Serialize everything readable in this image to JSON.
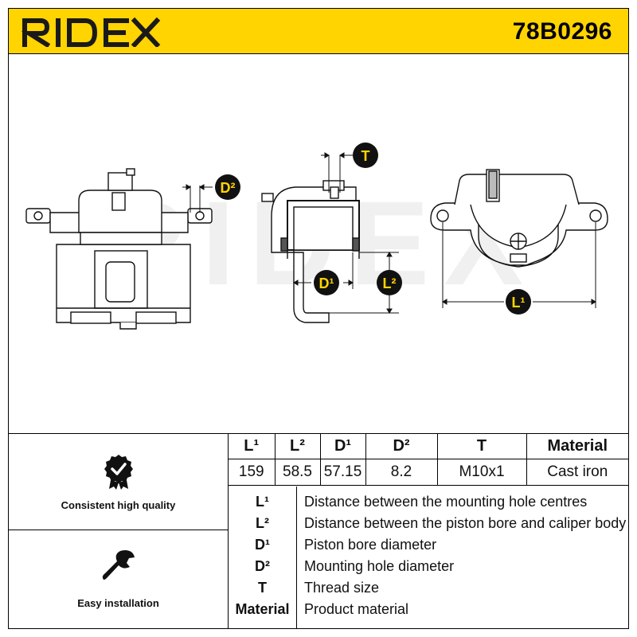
{
  "header": {
    "brand": "RIDEX",
    "part_number": "78B0296",
    "background_color": "#ffd400"
  },
  "drawing": {
    "watermark": "RIDEX",
    "callouts": {
      "d2": "D²",
      "t": "T",
      "d1": "D¹",
      "l2": "L²",
      "l1": "L¹"
    }
  },
  "features": [
    {
      "label": "Consistent high quality",
      "icon": "quality-badge-icon"
    },
    {
      "label": "Easy installation",
      "icon": "wrench-icon"
    }
  ],
  "spec_table": {
    "headers": [
      "L¹",
      "L²",
      "D¹",
      "D²",
      "T",
      "Material"
    ],
    "values": [
      "159",
      "58.5",
      "57.15",
      "8.2",
      "M10x1",
      "Cast iron"
    ]
  },
  "legend": [
    {
      "term": "L¹",
      "description": "Distance between the mounting hole centres"
    },
    {
      "term": "L²",
      "description": "Distance between the piston bore and caliper body"
    },
    {
      "term": "D¹",
      "description": "Piston bore diameter"
    },
    {
      "term": "D²",
      "description": "Mounting hole diameter"
    },
    {
      "term": "T",
      "description": "Thread size"
    },
    {
      "term": "Material",
      "description": "Product material"
    }
  ]
}
